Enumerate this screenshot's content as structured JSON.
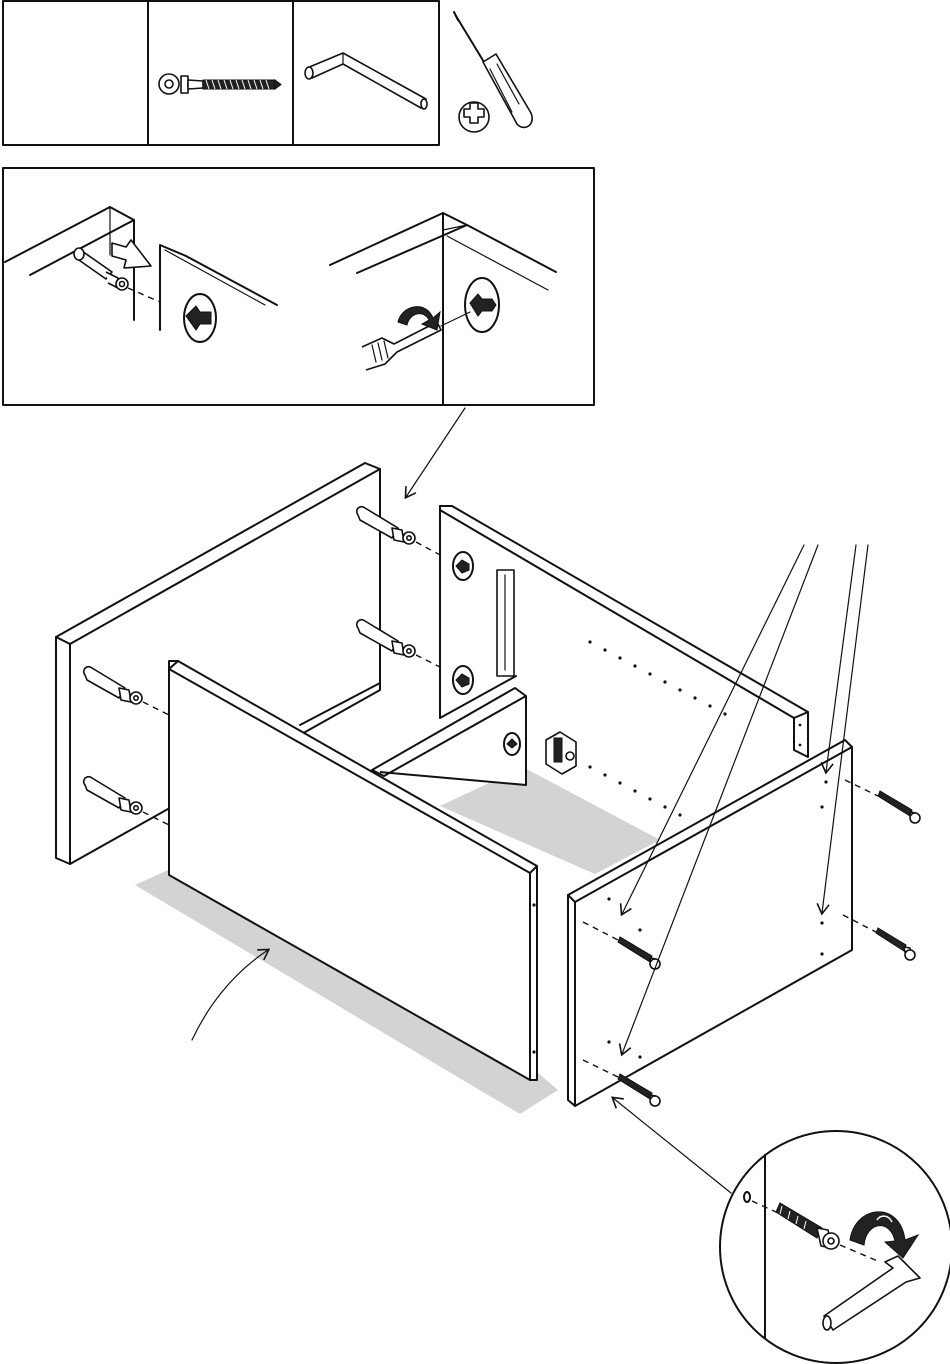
{
  "parts_legend": {
    "boxes": [
      {
        "icon": "empty-slot"
      },
      {
        "icon": "cam-bolt-screw-icon"
      },
      {
        "icon": "allen-key-icon"
      }
    ],
    "tool": {
      "icon": "phillips-screwdriver-icon"
    }
  },
  "detail_inset": {
    "steps": [
      "insert-cam-bolt",
      "turn-cam-lock-with-screwdriver"
    ]
  },
  "main_assembly": {
    "panels": [
      "left-side-panel",
      "back-panel",
      "bottom-divider",
      "front-rail",
      "right-side-panel"
    ],
    "hardware": [
      "cam-bolt",
      "cam-bolt",
      "cam-bolt",
      "cam-bolt",
      "cam-lock",
      "drawer-runner",
      "confirmat-screw",
      "confirmat-screw",
      "confirmat-screw",
      "confirmat-screw"
    ]
  },
  "zoom_circle": {
    "parts": [
      "confirmat-screw",
      "allen-key",
      "rotation-arrow"
    ]
  },
  "colors": {
    "line": "#111111",
    "shadow": "#d3d3d3",
    "background": "#ffffff"
  }
}
